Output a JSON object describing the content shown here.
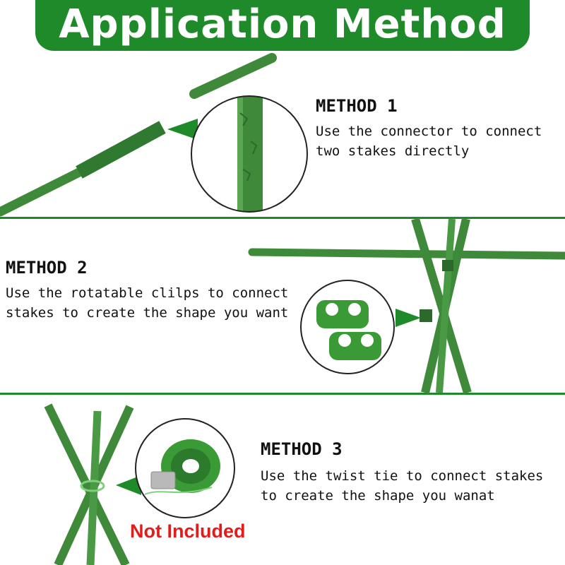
{
  "banner": {
    "title": "Application Method",
    "color": "#1f8a2a"
  },
  "methods": [
    {
      "heading": "METHOD 1",
      "line1": "Use the connector to  connect",
      "line2": "two stakes directly"
    },
    {
      "heading": "METHOD 2",
      "line1": "Use the rotatable clilps to connect",
      "line2": "stakes to create the shape you want"
    },
    {
      "heading": "METHOD 3",
      "line1": "Use the twist tie to connect stakes",
      "line2": "to create the shape you wanat"
    }
  ],
  "badge": {
    "text": "Not Included",
    "color": "#e21b1b"
  },
  "colors": {
    "stake": "#3e8a3a",
    "stake_dark": "#2c6a2c",
    "accent": "#1f8a2a"
  }
}
